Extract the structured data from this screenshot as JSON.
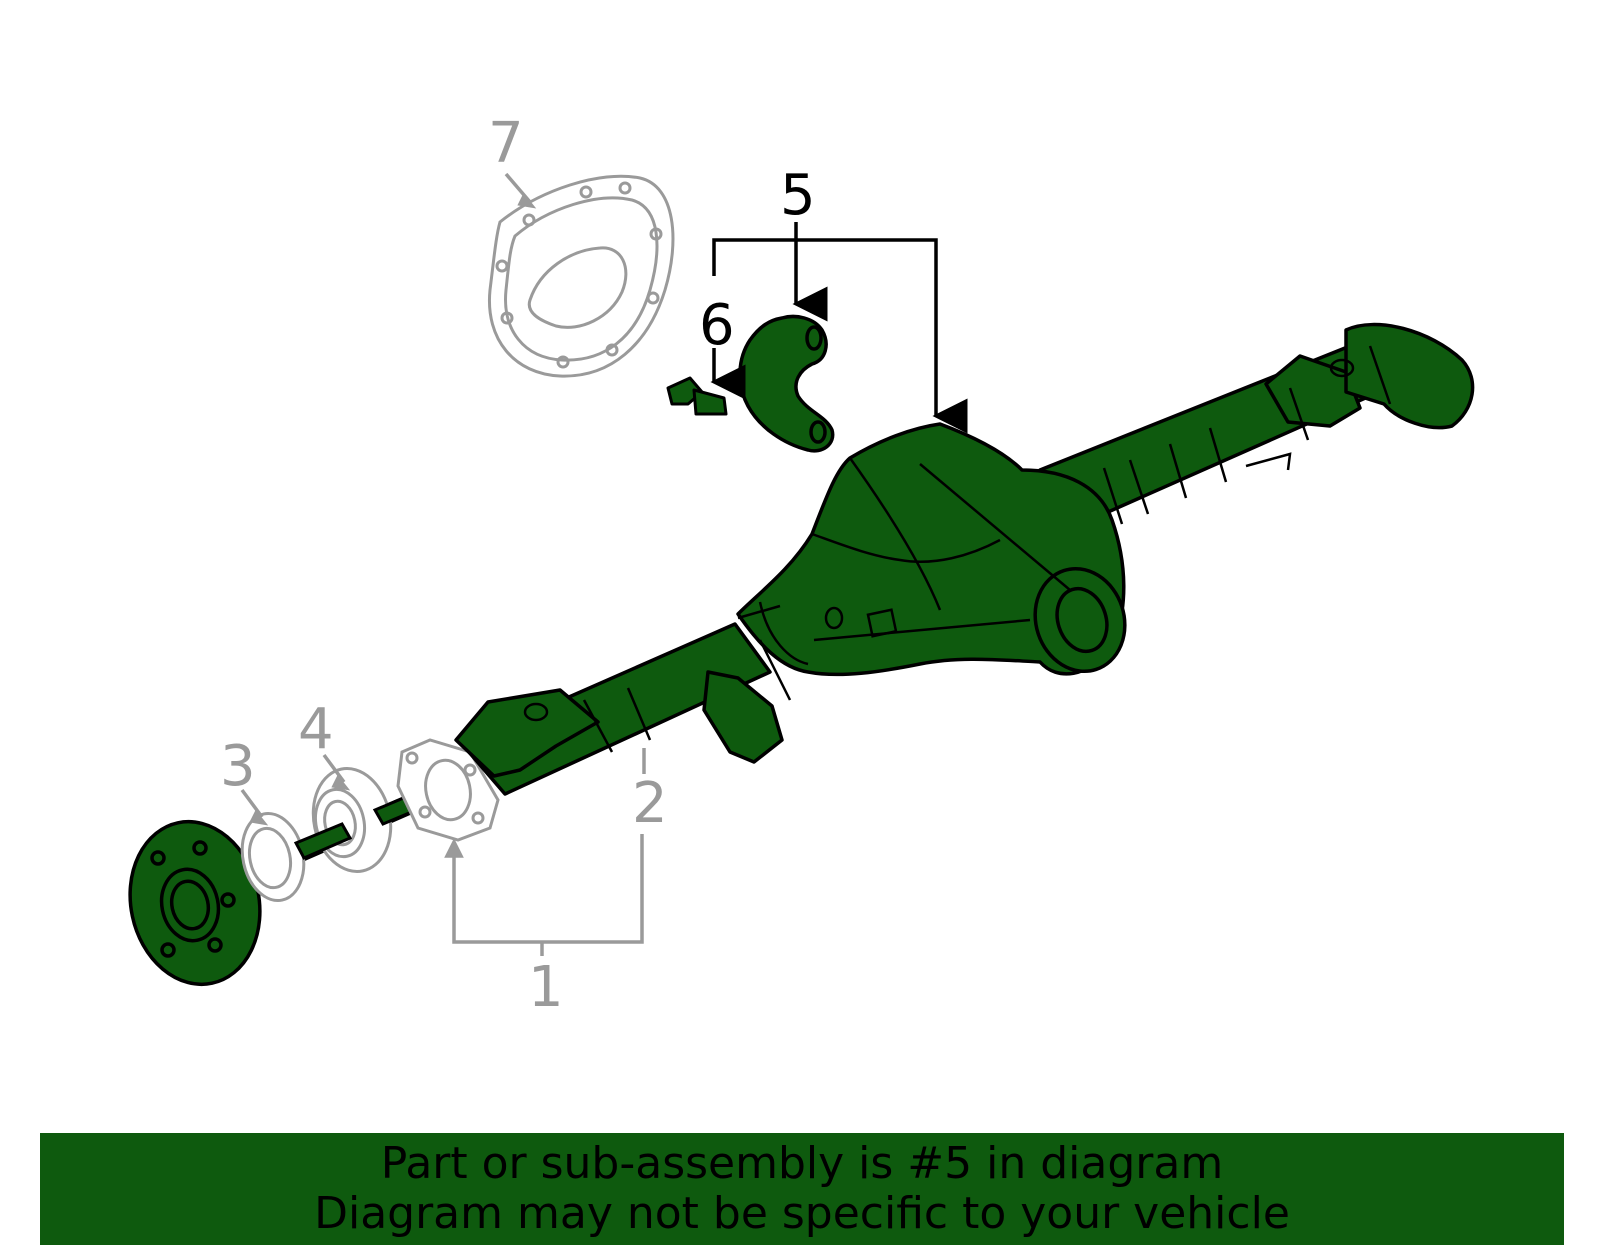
{
  "colors": {
    "highlight": "#0e5a0e",
    "outline": "#000000",
    "inactive": "#9a9a9a",
    "background": "#ffffff"
  },
  "callouts": {
    "c1": "1",
    "c2": "2",
    "c3": "3",
    "c4": "4",
    "c5": "5",
    "c6": "6",
    "c7": "7"
  },
  "banner": {
    "line1": "Part or sub-assembly is #5 in diagram",
    "line2": "Diagram may not be specific to your vehicle"
  }
}
